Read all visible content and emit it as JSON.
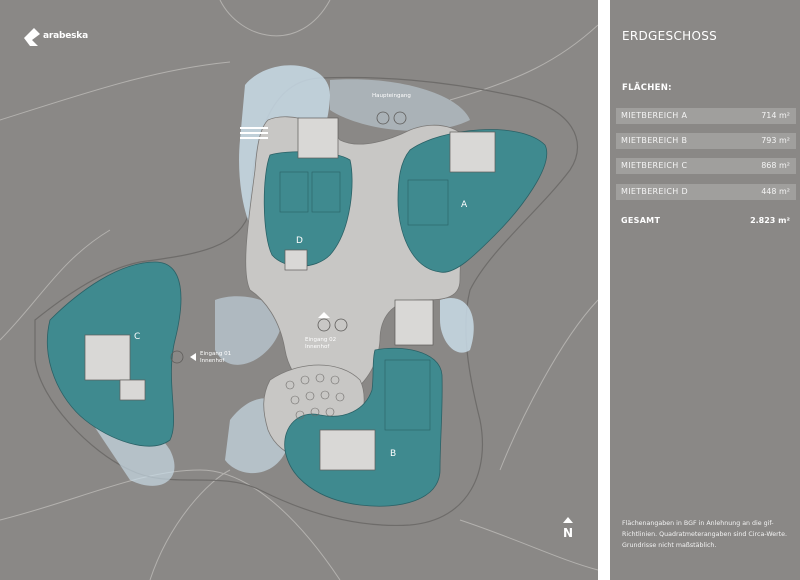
{
  "brand": {
    "name": "arabeska",
    "icon": "arabeska-logo-icon"
  },
  "floor_title": "ERDGESCHOSS",
  "areas": {
    "heading": "FLÄCHEN:",
    "items": [
      {
        "label": "MIETBEREICH A",
        "value": "714 m²"
      },
      {
        "label": "MIETBEREICH B",
        "value": "793 m²"
      },
      {
        "label": "MIETBEREICH C",
        "value": "868 m²"
      },
      {
        "label": "MIETBEREICH D",
        "value": "448 m²"
      }
    ],
    "total": {
      "label": "GESAMT",
      "value": "2.823 m²"
    }
  },
  "footnote": "Flächenangaben in BGF in Anlehnung an die gif-Richtlinien. Quadratmeterangaben sind Circa-Werte. Grundrisse nicht maßstäblich.",
  "map": {
    "zones": {
      "a": "A",
      "b": "B",
      "c": "C",
      "d": "D"
    },
    "entrances": {
      "main": "Haupteingang",
      "e1_line1": "Eingang 01",
      "e1_line2": "Innenhof",
      "e2_line1": "Eingang 02",
      "e2_line2": "Innenhof"
    },
    "north": "N"
  },
  "colors": {
    "background": "#8a8886",
    "rental_area": "#3f8a8f",
    "plaza": "#c8c7c5",
    "glass": "#c9dce8",
    "accent_blue": "#a9c7df"
  }
}
